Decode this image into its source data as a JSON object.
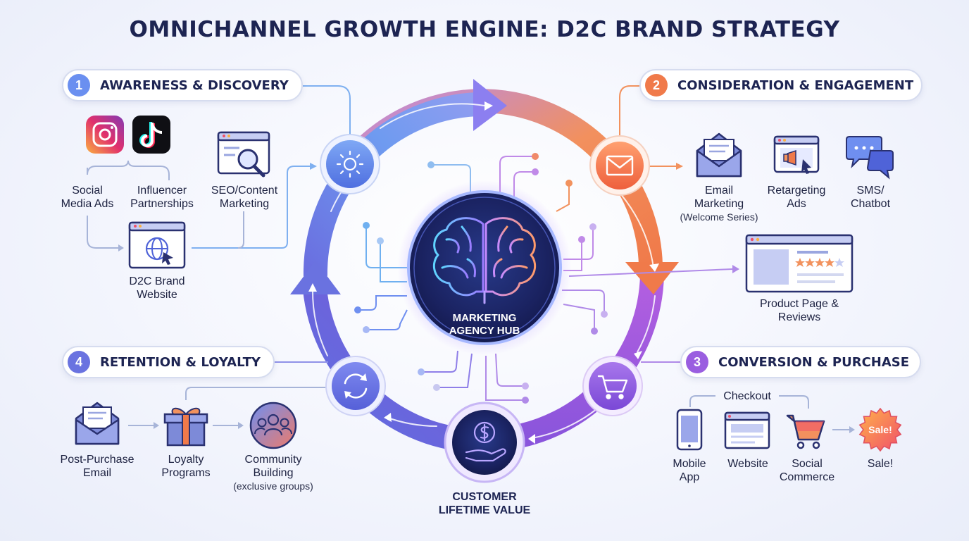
{
  "title": "OMNICHANNEL GROWTH ENGINE: D2C BRAND STRATEGY",
  "hub": {
    "line1": "MARKETING",
    "line2": "AGENCY HUB"
  },
  "clv": {
    "line1": "CUSTOMER",
    "line2": "LIFETIME VALUE"
  },
  "stages": [
    {
      "num": "1",
      "label": "AWARENESS & DISCOVERY",
      "color": "#6a8ff0"
    },
    {
      "num": "2",
      "label": "CONSIDERATION & ENGAGEMENT",
      "color": "#f07a4a"
    },
    {
      "num": "3",
      "label": "CONVERSION & PURCHASE",
      "color": "#9a5ee0"
    },
    {
      "num": "4",
      "label": "RETENTION & LOYALTY",
      "color": "#6a73e0"
    }
  ],
  "awareness": {
    "social": {
      "line1": "Social",
      "line2": "Media Ads"
    },
    "influencer": {
      "line1": "Influencer",
      "line2": "Partnerships"
    },
    "seo": {
      "line1": "SEO/Content",
      "line2": "Marketing"
    },
    "website": {
      "line1": "D2C Brand",
      "line2": "Website"
    }
  },
  "consideration": {
    "email": {
      "line1": "Email",
      "line2": "Marketing",
      "line3": "(Welcome Series)"
    },
    "retargeting": {
      "line1": "Retargeting",
      "line2": "Ads"
    },
    "sms": {
      "line1": "SMS/",
      "line2": "Chatbot"
    },
    "product": {
      "line1": "Product Page &",
      "line2": "Reviews"
    }
  },
  "conversion": {
    "checkout": "Checkout",
    "mobile": {
      "line1": "Mobile",
      "line2": "App"
    },
    "website": "Website",
    "social": {
      "line1": "Social",
      "line2": "Commerce"
    },
    "sale_badge": "Sale!",
    "sale": "Sale!"
  },
  "retention": {
    "email": {
      "line1": "Post-Purchase",
      "line2": "Email"
    },
    "loyalty": {
      "line1": "Loyalty",
      "line2": "Programs"
    },
    "community": {
      "line1": "Community",
      "line2": "Building",
      "line3": "(exclusive groups)"
    }
  },
  "icons": [
    "instagram-icon",
    "tiktok-icon",
    "seo-magnifier-icon",
    "globe-browser-icon",
    "sun-awareness-icon",
    "envelope-icon",
    "cart-icon",
    "refresh-icon",
    "dollar-hand-icon",
    "brain-icon",
    "email-open-icon",
    "retargeting-megaphone-icon",
    "chat-bubbles-icon",
    "product-page-icon",
    "mobile-phone-icon",
    "browser-window-icon",
    "social-cart-icon",
    "sale-badge-icon",
    "post-purchase-email-icon",
    "gift-icon",
    "community-icon"
  ],
  "colors": {
    "navy": "#1d2452",
    "blue": "#6a8ff0",
    "orange": "#f07a4a",
    "purple": "#9a5ee0",
    "indigo": "#6a73e0"
  }
}
